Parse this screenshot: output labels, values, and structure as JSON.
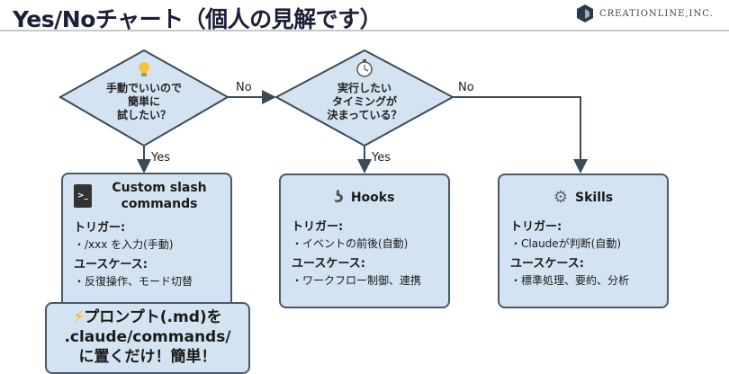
{
  "header": {
    "title": "Yes/Noチャート（個人の見解です）",
    "logo_text": "CREATIONLINE,INC."
  },
  "decisions": [
    {
      "lines": [
        "手動でいいので",
        "簡単に",
        "試したい？"
      ],
      "icon": "lightbulb-icon"
    },
    {
      "lines": [
        "実行したい",
        "タイミングが",
        "決まっている？"
      ],
      "icon": "stopwatch-icon"
    }
  ],
  "edges": {
    "yes": "Yes",
    "no": "No"
  },
  "boxes": [
    {
      "title": "Custom slash commands",
      "icon": "terminal-icon",
      "trigger_label": "トリガー:",
      "trigger": "・/xxx を入力(手動)",
      "usecase_label": "ユースケース:",
      "usecase": "・反復操作、モード切替"
    },
    {
      "title": "Hooks",
      "icon": "hook-icon",
      "trigger_label": "トリガー:",
      "trigger": "・イベントの前後(自動)",
      "usecase_label": "ユースケース:",
      "usecase": "・ワークフロー制御、連携"
    },
    {
      "title": "Skills",
      "icon": "gear-icon",
      "trigger_label": "トリガー:",
      "trigger": "・Claudeが判断(自動)",
      "usecase_label": "ユースケース:",
      "usecase": "・標準処理、要約、分析"
    }
  ],
  "callout": {
    "lines": [
      "プロンプト(.md)を",
      ".claude/commands/",
      "に置くだけ！簡単！"
    ],
    "icon": "lightning-icon"
  }
}
